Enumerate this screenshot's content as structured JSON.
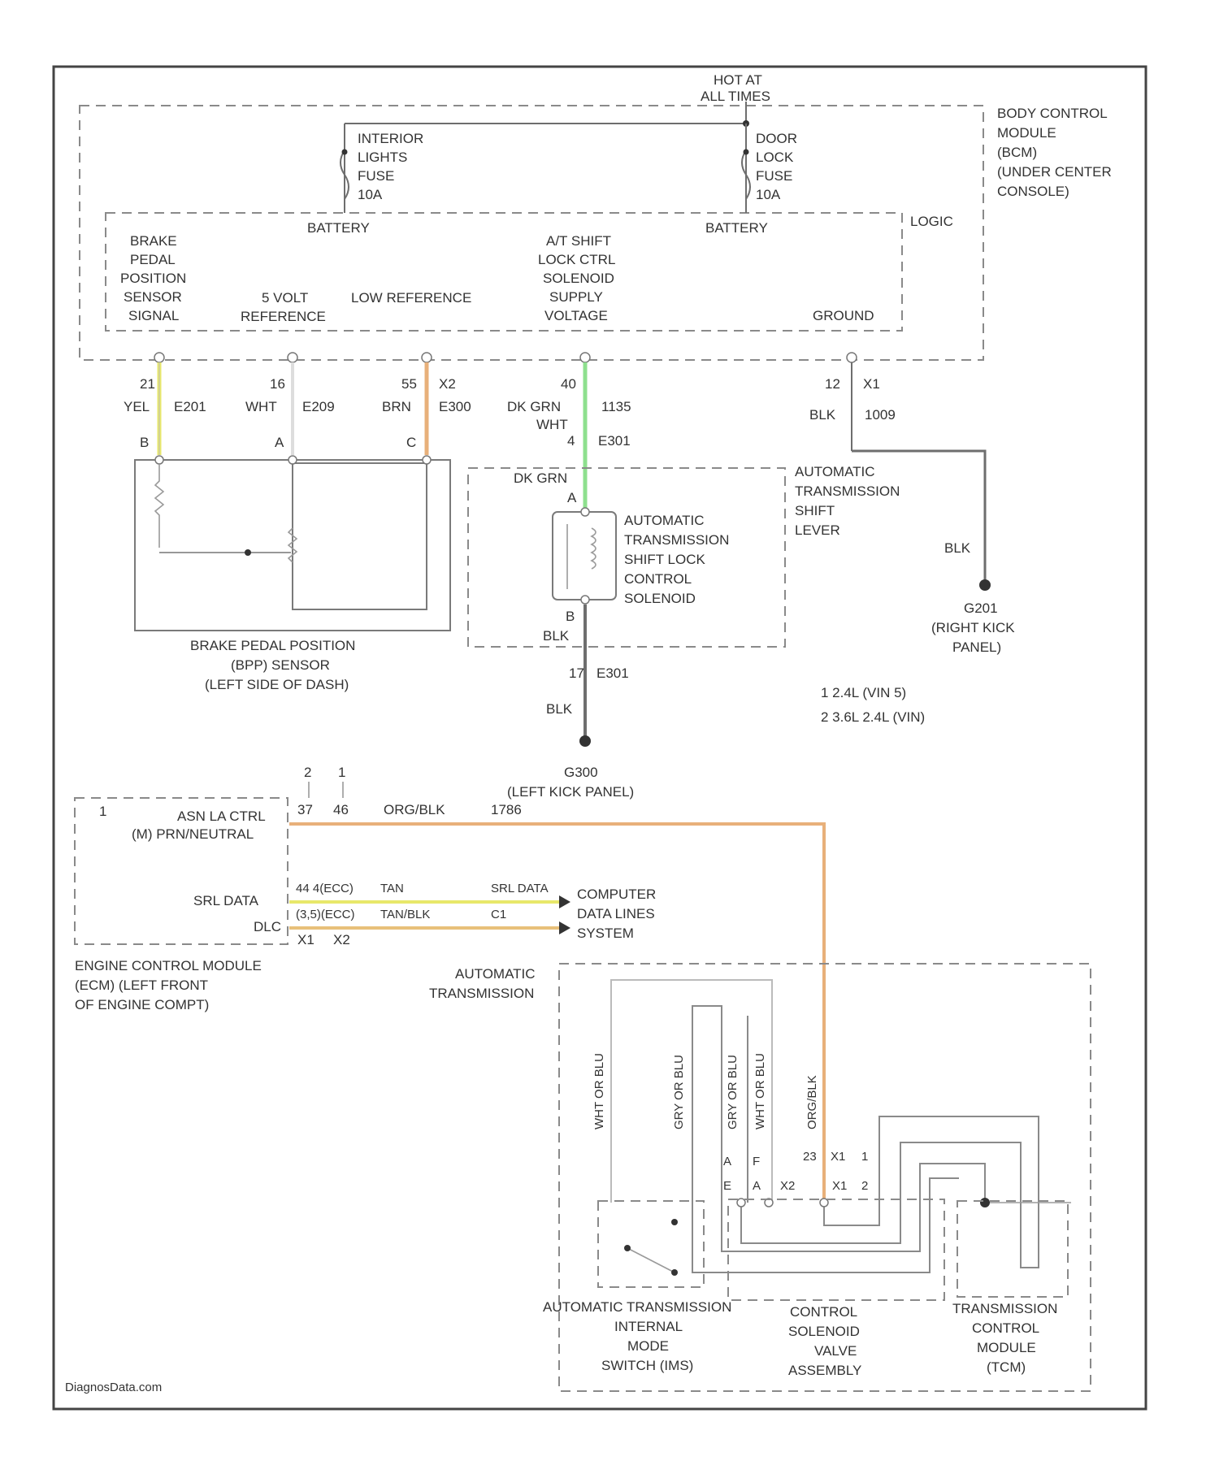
{
  "labels": {
    "hot_at_all_times": [
      "HOT AT",
      "ALL TIMES"
    ],
    "bcm": [
      "BODY CONTROL",
      "MODULE",
      "(BCM)",
      "(UNDER CENTER",
      "CONSOLE)"
    ],
    "interior_fuse": [
      "INTERIOR",
      "LIGHTS",
      "FUSE",
      "10A"
    ],
    "door_fuse": [
      "DOOR",
      "LOCK",
      "FUSE",
      "10A"
    ],
    "battery_1": "BATTERY",
    "battery_2": "BATTERY",
    "logic": "LOGIC",
    "bpp_signal": [
      "BRAKE",
      "PEDAL",
      "POSITION",
      "SENSOR",
      "SIGNAL"
    ],
    "five_volt_ref": [
      "5 VOLT",
      "REFERENCE"
    ],
    "low_ref": "LOW REFERENCE",
    "shift_lock_supply": [
      "A/T SHIFT",
      "LOCK CTRL",
      "SOLENOID",
      "SUPPLY",
      "VOLTAGE"
    ],
    "ground": "GROUND",
    "pin_21": "21",
    "pin_16": "16",
    "pin_55": "55",
    "pin_x2": "X2",
    "pin_40": "40",
    "pin_12": "12",
    "pin_x1": "X1",
    "wire_yel": "YEL",
    "wire_wht": "WHT",
    "wire_brn": "BRN",
    "wire_dkgrn": "DK GRN",
    "wire_wht2": "WHT",
    "conn_e201": "E201",
    "conn_e209": "E209",
    "conn_e300": "E300",
    "conn_1135": "1135",
    "conn_1009": "1009",
    "pin_4": "4",
    "conn_e301": "E301",
    "wire_blk_1": "BLK",
    "wire_dkgrn_2": "DK GRN",
    "pin_a": "A",
    "at_shift_lever": [
      "AUTOMATIC",
      "TRANSMISSION",
      "SHIFT",
      "LEVER"
    ],
    "shift_lock_solenoid": [
      "AUTOMATIC",
      "TRANSMISSION",
      "SHIFT LOCK",
      "CONTROL",
      "SOLENOID"
    ],
    "pin_b": "B",
    "wire_blk_2": "BLK",
    "conn_pin_e301_2": "E301",
    "wire_blk_3": "BLK",
    "wire_blk_4": "BLK",
    "g201": [
      "G201",
      "(RIGHT KICK",
      "PANEL)"
    ],
    "bpp_sensor": [
      "BRAKE PEDAL POSITION",
      "(BPP) SENSOR",
      "(LEFT SIDE OF DASH)"
    ],
    "sensor_pin_b": "B",
    "sensor_pin_a": "A",
    "sensor_pin_c": "C",
    "legend_1": "1  2.4L (VIN 5)",
    "legend_2": "2  3.6L 2.4L (VIN)",
    "pin_17": "17",
    "g300": [
      "G300",
      "(LEFT KICK PANEL)"
    ],
    "top_numbers": [
      "2",
      "1"
    ],
    "ecm_pins_top": [
      "37",
      "46"
    ],
    "ecm_pin_1": "1",
    "orgblk_label": "ORG/BLK",
    "orgblk_code": "1786",
    "ecm_ctrl": [
      "ASN LA CTRL",
      "(M) PRN/NEUTRAL"
    ],
    "ecm_data_left": "SRL DATA",
    "ecm_data_left_2": "DLC",
    "ecm_wire_1": [
      "44 4(ECC)",
      "TAN",
      "SRL DATA"
    ],
    "ecm_wire_2": [
      "(3,5)(ECC)",
      "TAN/BLK",
      "C1"
    ],
    "ecm_bottom_pins": [
      "X1",
      "X2"
    ],
    "computer_data": [
      "COMPUTER",
      "DATA LINES",
      "SYSTEM"
    ],
    "ecm": [
      "ENGINE CONTROL MODULE",
      "(ECM) (LEFT FRONT",
      "OF ENGINE COMPT)"
    ],
    "automatic_transmission": [
      "AUTOMATIC",
      "TRANSMISSION"
    ],
    "vertical_wires": [
      "WHT OR BLU",
      "GRY OR BLU",
      "GRY OR BLU",
      "WHT OR BLU",
      "ORG/BLK"
    ],
    "tcm_pins": [
      "23",
      "X1",
      "1",
      "A",
      "F",
      "E",
      "A",
      "X2",
      "X1",
      "2"
    ],
    "internal_mode_switch": [
      "AUTOMATIC TRANSMISSION",
      "INTERNAL",
      "MODE",
      "SWITCH (IMS)"
    ],
    "control_solenoid": [
      "CONTROL",
      "SOLENOID",
      "VALVE",
      "ASSEMBLY"
    ],
    "tcm": [
      "TRANSMISSION",
      "CONTROL",
      "MODULE",
      "(TCM)"
    ],
    "watermark": "DiagnosData.com"
  },
  "colors": {
    "yellow": "#e8e86a",
    "orange": "#e8b07a",
    "green": "#8ee08e",
    "white": "#e0e0e0",
    "black": "#555555"
  }
}
